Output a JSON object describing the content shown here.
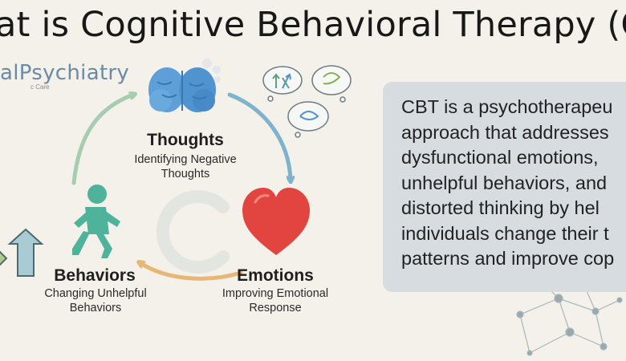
{
  "title": "at is Cognitive Behavioral Therapy (C",
  "brand": {
    "name": "alPsychiatry",
    "tagline": "c Care"
  },
  "nodes": {
    "thoughts": {
      "title": "Thoughts",
      "subtitle": "Identifying Negative Thoughts"
    },
    "emotions": {
      "title": "Emotions",
      "subtitle": "Improving Emotional Response"
    },
    "behaviors": {
      "title": "Behaviors",
      "subtitle": "Changing Unhelpful Behaviors"
    }
  },
  "center_letter": "C",
  "description": "CBT is a psychotherapeu\napproach that addresses\ndysfunctional emotions,\nunhelpful behaviors, and\ndistorted thinking by hel\nindividuals change their t\npatterns and improve cop",
  "colors": {
    "background": "#f3f1e9",
    "brain": "#4f93cf",
    "heart": "#e2453f",
    "figure": "#4fb39c",
    "arrow_green": "#a8ccb0",
    "arrow_blue": "#7fb2cc",
    "arrow_orange": "#e7b777",
    "panel": "#d6dce0"
  },
  "icons": [
    "brain-icon",
    "thought-bubble-icon",
    "heart-icon",
    "walking-person-icon",
    "up-arrow-icon",
    "network-icon"
  ]
}
